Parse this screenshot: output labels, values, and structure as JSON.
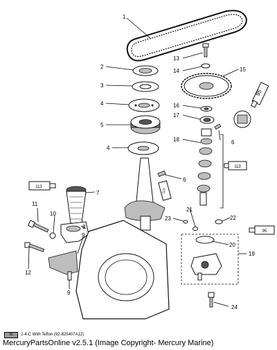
{
  "callouts": {
    "c1": "1",
    "c2": "2",
    "c3": "3",
    "c4a": "4",
    "c5": "5",
    "c4b": "4",
    "c6a": "6",
    "c6b": "6",
    "c7": "7",
    "c8": "8",
    "c9a": "9",
    "c9b": "9",
    "c10": "10",
    "c11": "11",
    "c12": "12",
    "c13": "13",
    "c14": "14",
    "c15": "15",
    "c16": "16",
    "c17": "17",
    "c18": "18",
    "c19": "19",
    "c20": "20",
    "c21": "21",
    "c22": "22",
    "c23": "23",
    "c24": "24"
  },
  "lubricant_tags": {
    "t95a": "95",
    "t113a": "113",
    "t113b": "113",
    "t113c": "113",
    "t95b": "95"
  },
  "legend": {
    "code": "95",
    "text": "2-4-C  With Teflon  (92-825407A12)"
  },
  "footer": "MercuryPartsOnline v2.5.1 (Image Copyright- Mercury Marine)"
}
